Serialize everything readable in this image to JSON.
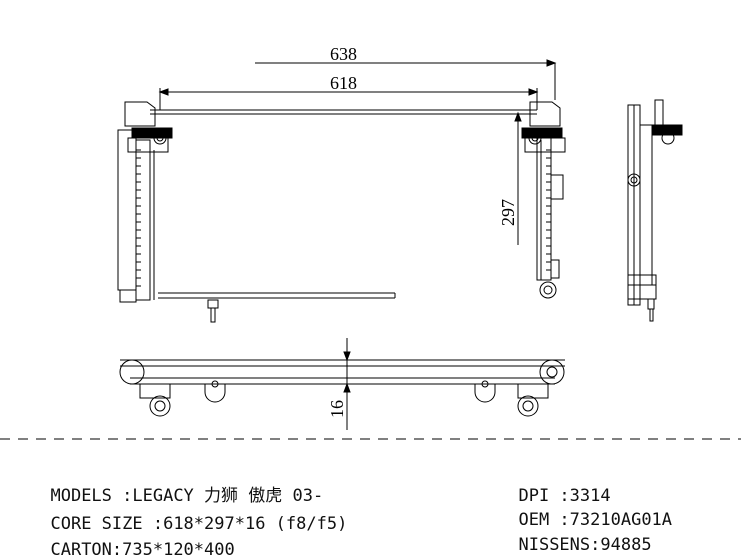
{
  "dimensions": {
    "overall_width": "638",
    "core_width": "618",
    "core_height": "297",
    "core_thickness": "16"
  },
  "specs_left": [
    {
      "label": "MODELS :",
      "value": "LEGACY 力狮 傲虎 03-"
    },
    {
      "label": "CORE SIZE :",
      "value": "618*297*16 (f8/f5)"
    },
    {
      "label": "CARTON:",
      "value": "735*120*400"
    }
  ],
  "specs_right": [
    {
      "label": "DPI :",
      "value": "3314"
    },
    {
      "label": "OEM :",
      "value": "73210AG01A"
    },
    {
      "label": "NISSENS:",
      "value": "94885"
    }
  ]
}
